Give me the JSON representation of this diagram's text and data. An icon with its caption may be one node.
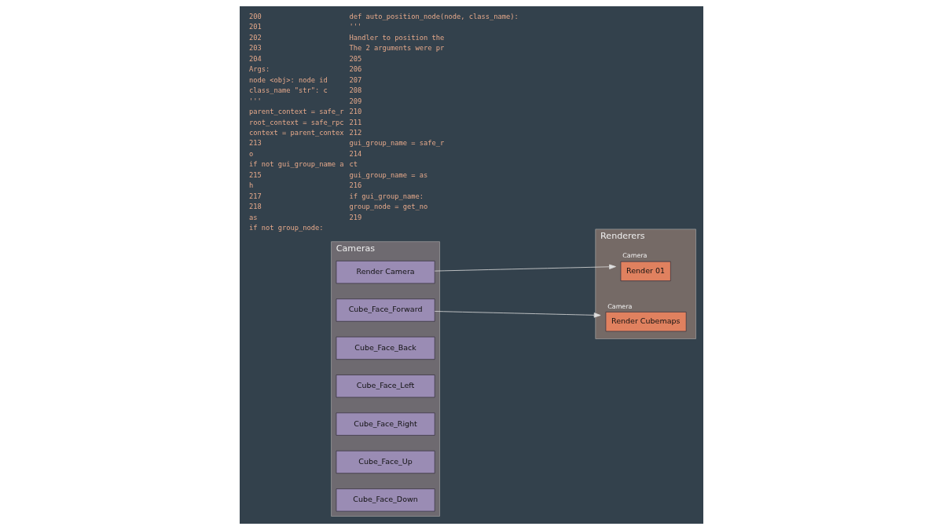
{
  "diagram": {
    "nodes": [
      {
        "text": [
          "Cameras"
        ]
      },
      {
        "text": [
          "Render Camera"
        ],
        "in": 0
      },
      {
        "text": [
          "Cube_Face_Forward"
        ],
        "in": 0
      },
      {
        "text": [
          "Cube_Face_Back"
        ],
        "in": 0
      },
      {
        "text": [
          "Cube_Face_Left"
        ],
        "in": 0
      },
      {
        "text": [
          "Cube_Face_Right"
        ],
        "in": 0
      },
      {
        "text": [
          "Cube_Face_Up"
        ],
        "in": 0
      },
      {
        "text": [
          "Cube_Face_Down"
        ],
        "in": 0
      },
      {
        "text": [
          "Renderers"
        ]
      },
      {
        "text": [
          "Render 01"
        ],
        "in": 8,
        "beside": [
          "Camera"
        ]
      },
      {
        "text": [
          "Render Cubemaps"
        ],
        "in": 8,
        "beside": [
          "Camera"
        ]
      }
    ],
    "edges": [
      {
        "from": 1,
        "to": 9,
        "arrow": "to"
      },
      {
        "from": 2,
        "to": 10,
        "arrow": "to"
      }
    ],
    "labels": [
      "200",
      "def auto_position_node(node, class_name):",
      "201",
      "'''",
      "202",
      "Handler to position the",
      "203",
      "The 2 arguments were pr",
      "204",
      "205",
      "Args:",
      "206",
      "node <obj>: node id",
      "207",
      "class_name \"str\": c",
      "208",
      "'''",
      "209",
      "parent_context = safe_r",
      "210",
      "root_context = safe_rpc",
      "211",
      "context = parent_contex",
      "212",
      "213",
      "gui_group_name = safe_r",
      "o",
      "214",
      "if not gui_group_name a",
      "ct",
      "215",
      "gui_group_name = as",
      "h",
      "216",
      "217",
      "if gui_group_name:",
      "218",
      "group_node = get_no",
      "as",
      "219",
      "if not group_node:"
    ]
  }
}
